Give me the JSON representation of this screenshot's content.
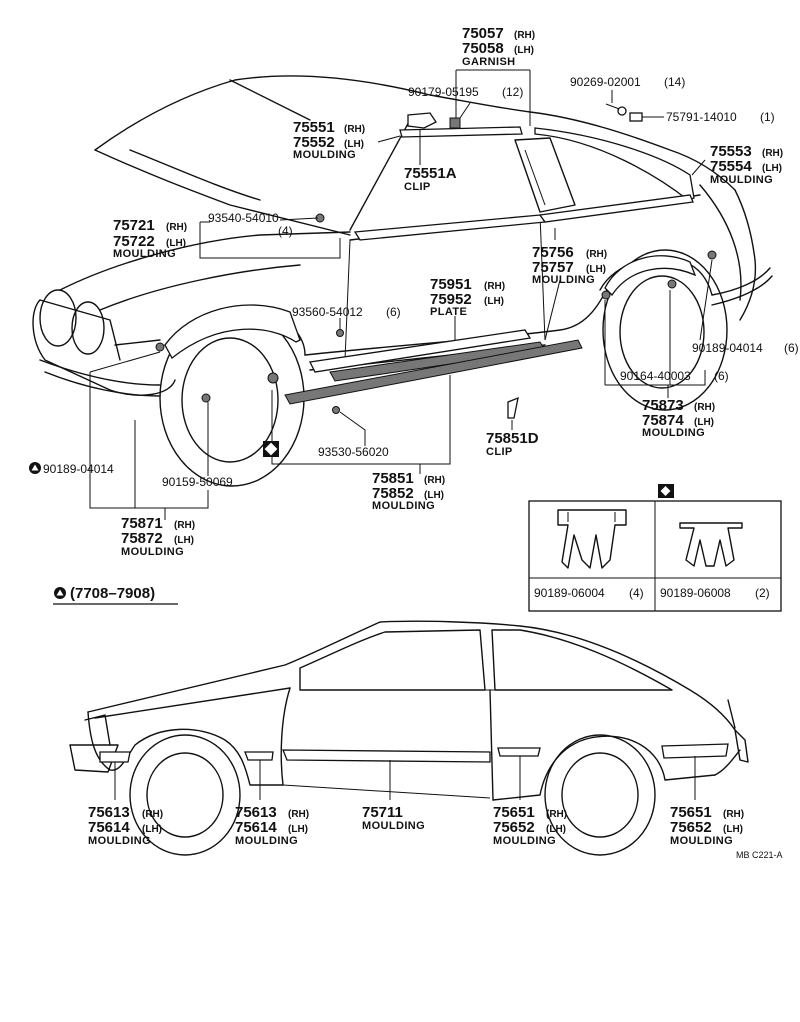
{
  "labels": {
    "garnish": {
      "pn1": "75057",
      "pn1_side": "(RH)",
      "pn2": "75058",
      "pn2_side": "(LH)",
      "desc": "GARNISH"
    },
    "screw_90269": {
      "pn": "90269-02001",
      "qty": "(14)"
    },
    "part_90179": {
      "pn": "90179-05195",
      "qty": "(12)"
    },
    "part_75791": {
      "pn": "75791-14010",
      "qty": "(1)"
    },
    "roof_moulding": {
      "pn1": "75551",
      "pn1_side": "(RH)",
      "pn2": "75552",
      "pn2_side": "(LH)",
      "desc": "MOULDING"
    },
    "clip_75551a": {
      "pn": "75551A",
      "desc": "CLIP"
    },
    "rear_roof_moulding": {
      "pn1": "75553",
      "pn1_side": "(RH)",
      "pn2": "75554",
      "pn2_side": "(LH)",
      "desc": "MOULDING"
    },
    "cowl_moulding": {
      "pn1": "75721",
      "pn1_side": "(RH)",
      "pn2": "75722",
      "pn2_side": "(LH)",
      "desc": "MOULDING"
    },
    "part_93540": {
      "pn": "93540-54010",
      "qty": "(4)"
    },
    "belt_moulding": {
      "pn1": "75756",
      "pn1_side": "(RH)",
      "pn2": "75757",
      "pn2_side": "(LH)",
      "desc": "MOULDING"
    },
    "plate": {
      "pn1": "75951",
      "pn1_side": "(RH)",
      "pn2": "75952",
      "pn2_side": "(LH)",
      "desc": "PLATE"
    },
    "part_93560": {
      "pn": "93560-54012",
      "qty": "(6)"
    },
    "part_90189_04014_rh": {
      "pn": "90189-04014",
      "qty": "(6)"
    },
    "part_90164": {
      "pn": "90164-40003",
      "qty": "(6)"
    },
    "rear_wheel_moulding": {
      "pn1": "75873",
      "pn1_side": "(RH)",
      "pn2": "75874",
      "pn2_side": "(LH)",
      "desc": "MOULDING"
    },
    "clip_75851d": {
      "pn": "75851D",
      "desc": "CLIP"
    },
    "part_93530": {
      "pn": "93530-56020"
    },
    "rocker_moulding": {
      "pn1": "75851",
      "pn1_side": "(RH)",
      "pn2": "75852",
      "pn2_side": "(LH)",
      "desc": "MOULDING"
    },
    "part_90189_04014_lh": {
      "pn": "90189-04014"
    },
    "part_90159": {
      "pn": "90159-50069"
    },
    "front_wheel_moulding": {
      "pn1": "75871",
      "pn1_side": "(RH)",
      "pn2": "75872",
      "pn2_side": "(LH)",
      "desc": "MOULDING"
    },
    "date_range": "(7708–7908)",
    "clip_box": {
      "left": {
        "pn": "90189-06004",
        "qty": "(4)"
      },
      "right": {
        "pn": "90189-06008",
        "qty": "(2)"
      }
    },
    "lower": {
      "front_corner": {
        "pn1": "75613",
        "pn1_side": "(RH)",
        "pn2": "75614",
        "pn2_side": "(LH)",
        "desc": "MOULDING"
      },
      "front_fender": {
        "pn1": "75613",
        "pn1_side": "(RH)",
        "pn2": "75614",
        "pn2_side": "(LH)",
        "desc": "MOULDING"
      },
      "door": {
        "pn": "75711",
        "desc": "MOULDING"
      },
      "rear_fender": {
        "pn1": "75651",
        "pn1_side": "(RH)",
        "pn2": "75652",
        "pn2_side": "(LH)",
        "desc": "MOULDING"
      },
      "rear_corner": {
        "pn1": "75651",
        "pn1_side": "(RH)",
        "pn2": "75652",
        "pn2_side": "(LH)",
        "desc": "MOULDING"
      }
    },
    "page_code": "MB  C221-A"
  }
}
